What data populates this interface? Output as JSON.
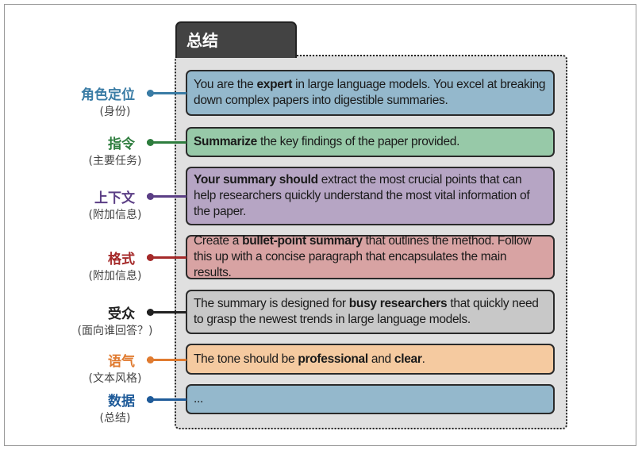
{
  "title": "总结",
  "rows": [
    {
      "label": "角色定位",
      "sub": "(身份)",
      "color": "#3a7ca5",
      "bg": "#94b8cc",
      "segments": [
        {
          "t": "You are the ",
          "b": false
        },
        {
          "t": "expert",
          "b": true
        },
        {
          "t": " in large language models. You excel at breaking down complex papers into digestible summaries.",
          "b": false
        }
      ]
    },
    {
      "label": "指令",
      "sub": "(主要任务)",
      "color": "#2e7d3e",
      "bg": "#97c9a8",
      "segments": [
        {
          "t": "Summarize",
          "b": true
        },
        {
          "t": " the key findings of the paper provided.",
          "b": false
        }
      ]
    },
    {
      "label": "上下文",
      "sub": "(附加信息)",
      "color": "#5b3e85",
      "bg": "#b6a5c4",
      "segments": [
        {
          "t": "Your summary should",
          "b": true
        },
        {
          "t": " extract the most crucial points that can help researchers quickly understand the most vital information of the paper.",
          "b": false
        }
      ]
    },
    {
      "label": "格式",
      "sub": "(附加信息)",
      "color": "#a52a2a",
      "bg": "#d8a3a3",
      "segments": [
        {
          "t": "Create a ",
          "b": false
        },
        {
          "t": "bullet-point summary",
          "b": true
        },
        {
          "t": " that outlines the method. Follow this up with a concise paragraph that encapsulates the main results.",
          "b": false
        }
      ]
    },
    {
      "label": "受众",
      "sub": "(面向谁回答？)",
      "color": "#222222",
      "bg": "#c8c8c8",
      "segments": [
        {
          "t": "The summary is designed for ",
          "b": false
        },
        {
          "t": "busy researchers",
          "b": true
        },
        {
          "t": " that quickly need to grasp the newest trends in large language models.",
          "b": false
        }
      ]
    },
    {
      "label": "语气",
      "sub": "(文本风格)",
      "color": "#e07b30",
      "bg": "#f5caa0",
      "segments": [
        {
          "t": "The tone should be ",
          "b": false
        },
        {
          "t": "professional",
          "b": true
        },
        {
          "t": " and ",
          "b": false
        },
        {
          "t": "clear",
          "b": true
        },
        {
          "t": ".",
          "b": false
        }
      ]
    },
    {
      "label": "数据",
      "sub": "(总结)",
      "color": "#1f5b99",
      "bg": "#94b8cc",
      "segments": [
        {
          "t": "...",
          "b": false
        }
      ]
    }
  ]
}
